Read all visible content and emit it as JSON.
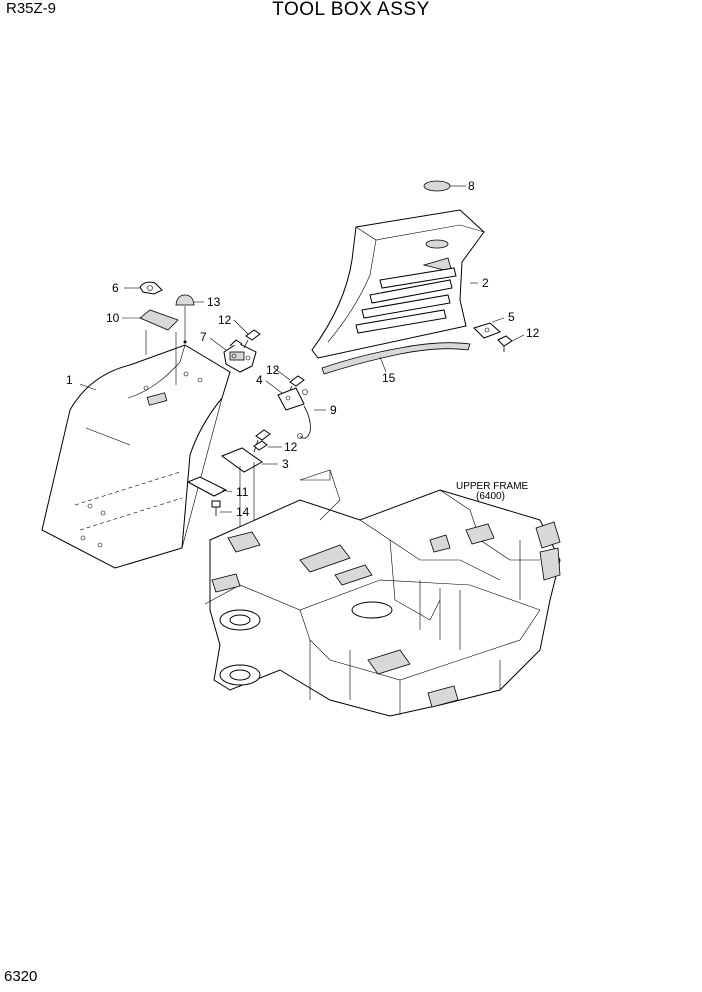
{
  "header": {
    "model": "R35Z-9",
    "title": "TOOL BOX ASSY"
  },
  "footer": {
    "page_number": "6320"
  },
  "callouts": {
    "c1": "1",
    "c2": "2",
    "c3": "3",
    "c4": "4",
    "c5": "5",
    "c6": "6",
    "c7": "7",
    "c8": "8",
    "c9": "9",
    "c10": "10",
    "c11": "11",
    "c12a": "12",
    "c12b": "12",
    "c12c": "12",
    "c12d": "12",
    "c13": "13",
    "c14": "14",
    "c15": "15"
  },
  "reference_label": {
    "line1": "UPPER FRAME",
    "line2": "(6400)"
  }
}
